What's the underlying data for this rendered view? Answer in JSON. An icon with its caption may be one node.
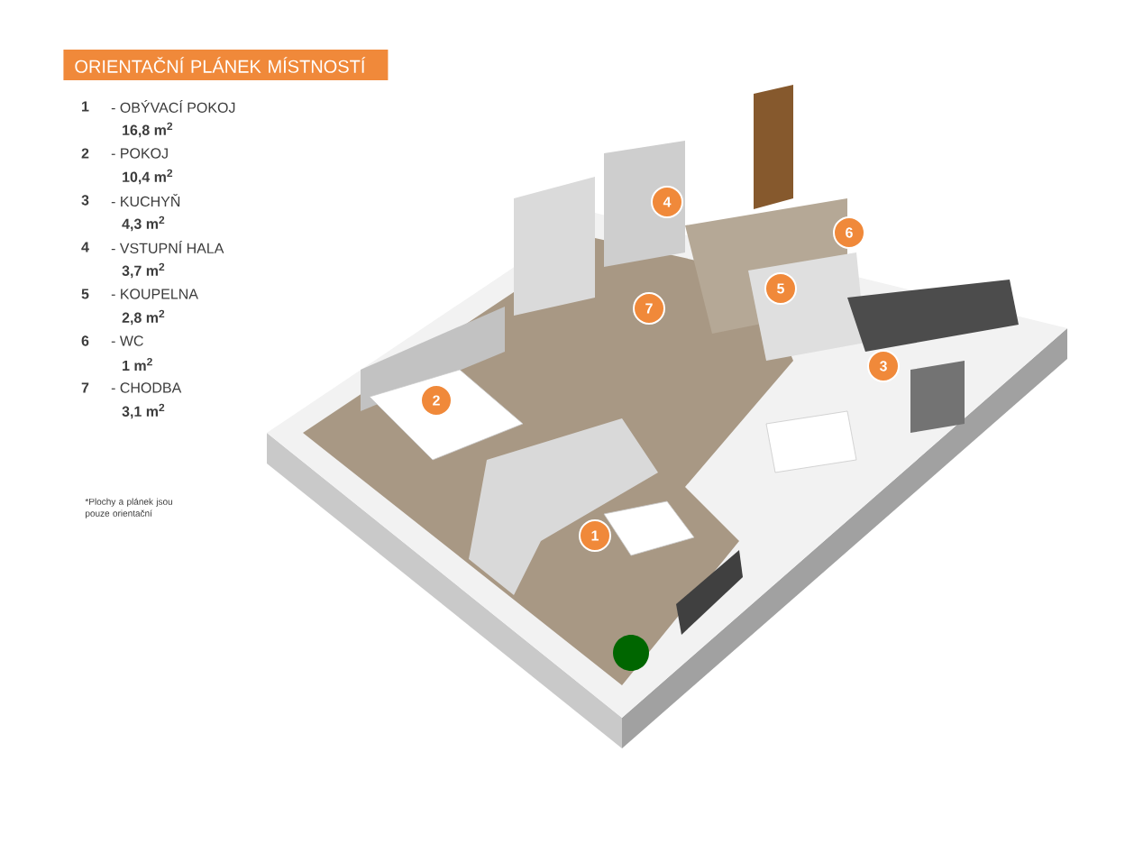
{
  "diagram": {
    "title": "ORIENTAČNÍ PLÁNEK MÍSTNOSTÍ",
    "nodes": [
      {
        "text": [
          "4"
        ]
      },
      {
        "text": [
          "6"
        ]
      },
      {
        "text": [
          "7"
        ]
      },
      {
        "text": [
          "5"
        ]
      },
      {
        "text": [
          "3"
        ]
      },
      {
        "text": [
          "2"
        ]
      },
      {
        "text": [
          "1"
        ]
      }
    ],
    "edges": [],
    "labels": [
      "1",
      "- OBÝVACÍ POKOJ",
      "16,8 m$^{2}$",
      "2",
      "- POKOJ",
      "10,4 m$^{2}$",
      "3",
      "- KUCHYŇ",
      "4,3 m$^{2}$",
      "4",
      "- VSTUPNÍ HALA",
      "3,7 m$^{2}$",
      "5",
      "- KOUPELNA",
      "2,8 m$^{2}$",
      "6",
      "- WC",
      "1 m$^{2}$",
      "7",
      "- CHODBA",
      "3,1 m$^{2}$",
      "*Plochy  a plánek jsou pouze orientační"
    ]
  }
}
